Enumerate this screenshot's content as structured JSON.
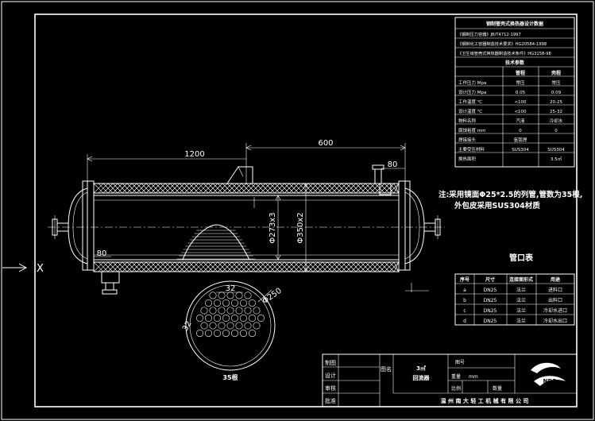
{
  "design_data": {
    "title": "钢制管壳式换热器设计数据",
    "standards": [
      "《钢制压力容器》JB/T4712-1997",
      "《钢制化工容器制造技术要求》HG20584-1998",
      "《卫生级管壳式换热器制造技术条件》HG3158-98"
    ],
    "header": [
      "",
      "管程",
      "壳程"
    ],
    "rows": [
      [
        "工作压力 Mpa",
        "常压",
        "常压"
      ],
      [
        "设计压力 Mpa",
        "0.05",
        "0.09"
      ],
      [
        "工作温度 ℃",
        "<100",
        "20-25"
      ],
      [
        "设计温度 ℃",
        "<100",
        "25-32"
      ],
      [
        "物料名称",
        "汽液",
        "冷却水"
      ],
      [
        "腐蚀裕度 mm",
        "0",
        "0"
      ],
      [
        "焊接接头",
        "氩弧焊",
        ""
      ],
      [
        "主要受压材料",
        "SUS304",
        "SUS304"
      ],
      [
        "换热面积",
        "",
        "3.5㎡"
      ]
    ],
    "section_label": "技术参数"
  },
  "dimensions": {
    "d1200": "1200",
    "d600": "600",
    "d80_top": "80",
    "d80_left": "80",
    "shell_d1": "Φ273x3",
    "shell_d2": "Φ350x2",
    "tube_pitch": "32",
    "tube_pitch2": "32",
    "bundle_dia": "Φ250"
  },
  "note": {
    "line1": "注:采用镜面Φ25*2.5的列管,管数为35根,",
    "line2": "外包皮采用SUS304材质"
  },
  "nozzle_table": {
    "title": "管口表",
    "header": [
      "序号",
      "尺寸",
      "连接面形式",
      "用途"
    ],
    "rows": [
      [
        "a",
        "DN25",
        "法兰",
        "进料口"
      ],
      [
        "b",
        "DN25",
        "法兰",
        "出料口"
      ],
      [
        "c",
        "DN25",
        "法兰",
        "冷却水进口"
      ],
      [
        "d",
        "DN25",
        "法兰",
        "冷却水出口"
      ]
    ]
  },
  "section_view_label": "35根",
  "x_marker": "X",
  "title_block": {
    "row_labels": [
      "制图",
      "设计",
      "审核",
      "批准"
    ],
    "col_drawing": "图名",
    "col_drawing_num": "图号",
    "area": "3㎡",
    "drawing_name": "回流器",
    "weight_label": "重量",
    "weight_unit": "mm",
    "scale_label": "比例",
    "qty_label": "数量",
    "company": "温 州 南 大 轻 工 机 械 有 限 公 司",
    "logo_text": "NDS"
  }
}
